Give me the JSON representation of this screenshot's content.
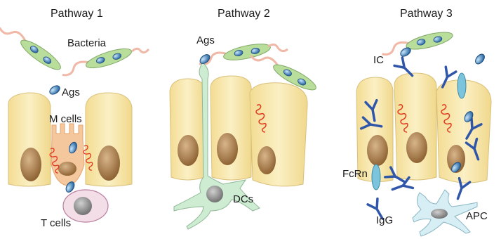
{
  "panels": [
    {
      "title": "Pathway 1",
      "labels": {
        "bacteria": "Bacteria",
        "ags": "Ags",
        "m_cells": "M cells",
        "t_cells": "T cells"
      }
    },
    {
      "title": "Pathway 2",
      "labels": {
        "ags": "Ags",
        "dcs": "DCs"
      }
    },
    {
      "title": "Pathway 3",
      "labels": {
        "ic": "IC",
        "fcrn": "FcRn",
        "igg": "IgG",
        "apc": "APC"
      }
    }
  ],
  "colors": {
    "epithelial_cell": "#f7e6a6",
    "nucleus": "#a87a45",
    "bacteria": "#b9dd9a",
    "flagella": "#f0b8a6",
    "antigen": "#3f86c4",
    "m_cell": "#f5c79d",
    "t_cell": "#f3dde6",
    "dendritic_cell": "#cdecd2",
    "apc": "#d6eef4",
    "antibody": "#2f56a8",
    "fcrn": "#7cc4dc",
    "vesicle_coil": "#e03a1e"
  }
}
